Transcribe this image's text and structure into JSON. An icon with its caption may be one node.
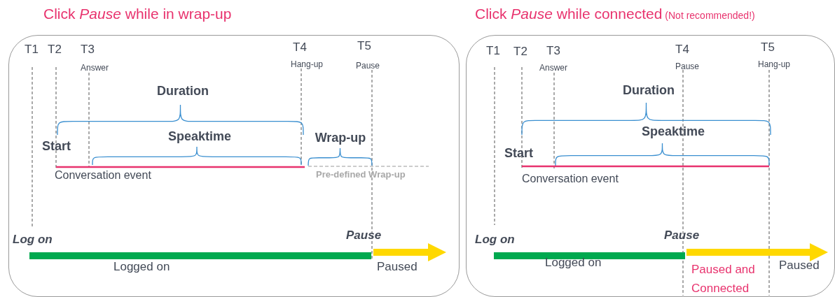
{
  "diagram": {
    "nodes": [
      {
        "text": [
          "Click *Pause* while in wrap-up"
        ]
      },
      {
        "text": [
          "Click *Pause* while connected",
          "(Not recommended!)"
        ]
      }
    ],
    "labels": [
      "T1",
      "T2",
      "T3",
      "Answer",
      "T4",
      "Hang-up",
      "T5",
      "Pause",
      "Duration",
      "Start",
      "Speaktime",
      "Wrap-up",
      "Conversation event",
      "Pre-defined Wrap-up",
      "Log on",
      "Pause",
      "Logged on",
      "Paused",
      "T1",
      "T2",
      "T3",
      "Answer",
      "T4",
      "Pause",
      "T5",
      "Hang-up",
      "Duration",
      "Speaktime",
      "Start",
      "Conversation event",
      "Log on",
      "Pause",
      "Logged on",
      "Paused and Connected",
      "Paused"
    ]
  }
}
